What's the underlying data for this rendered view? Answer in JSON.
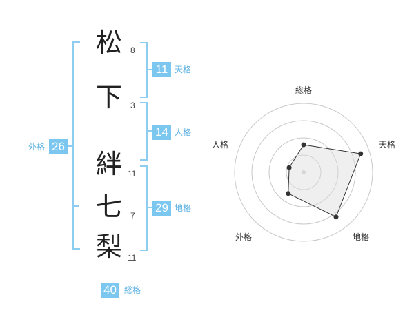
{
  "name": {
    "characters": [
      {
        "char": "松",
        "strokes": "8"
      },
      {
        "char": "下",
        "strokes": "3"
      },
      {
        "char": "絆",
        "strokes": "11"
      },
      {
        "char": "七",
        "strokes": "7"
      },
      {
        "char": "梨",
        "strokes": "11"
      }
    ]
  },
  "fortune": {
    "tenkaku": {
      "label": "天格",
      "value": "11"
    },
    "jinkaku": {
      "label": "人格",
      "value": "14"
    },
    "chikaku": {
      "label": "地格",
      "value": "29"
    },
    "gaikaku": {
      "label": "外格",
      "value": "26"
    },
    "soukaku": {
      "label": "総格",
      "value": "40"
    }
  },
  "colors": {
    "accent": "#7cc7ef",
    "bracket": "#8fcdf0",
    "label": "#5ab0e2"
  },
  "chart_data": {
    "type": "radar",
    "axes": [
      "総格",
      "天格",
      "地格",
      "外格",
      "人格"
    ],
    "values": [
      0.4,
      0.87,
      0.8,
      0.38,
      0.22
    ],
    "rings": 4,
    "grid": true
  }
}
